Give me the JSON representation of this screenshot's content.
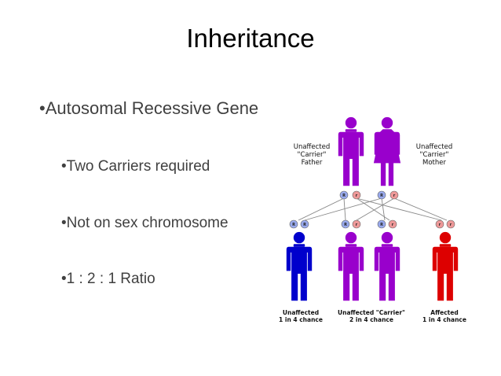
{
  "slide": {
    "title": "Inheritance",
    "bullets": [
      "•Autosomal Recessive Gene",
      "•Two Carriers required",
      "•Not on sex chromosome",
      "•1 : 2 : 1 Ratio"
    ]
  },
  "pedigree": {
    "father": {
      "label": [
        "Unaffected",
        "\"Carrier\"",
        "Father"
      ],
      "color": "#9900cc",
      "alleles": [
        "R",
        "r"
      ]
    },
    "mother": {
      "label": [
        "Unaffected",
        "\"Carrier\"",
        "Mother"
      ],
      "color": "#9900cc",
      "alleles": [
        "R",
        "r"
      ]
    },
    "children": [
      {
        "alleles": [
          "R",
          "R"
        ],
        "color": "#0000cc"
      },
      {
        "alleles": [
          "R",
          "r"
        ],
        "color": "#9900cc"
      },
      {
        "alleles": [
          "R",
          "r"
        ],
        "color": "#9900cc"
      },
      {
        "alleles": [
          "r",
          "r"
        ],
        "color": "#dd0000"
      }
    ],
    "outcomes": [
      {
        "line1": "Unaffected",
        "line2": "1 in 4 chance"
      },
      {
        "line1": "Unaffected \"Carrier\"",
        "line2": "2 in 4 chance"
      },
      {
        "line1": "Affected",
        "line2": "1 in 4 chance"
      }
    ],
    "allele_colors": {
      "R": "#99aaee",
      "r": "#ee9999"
    }
  }
}
